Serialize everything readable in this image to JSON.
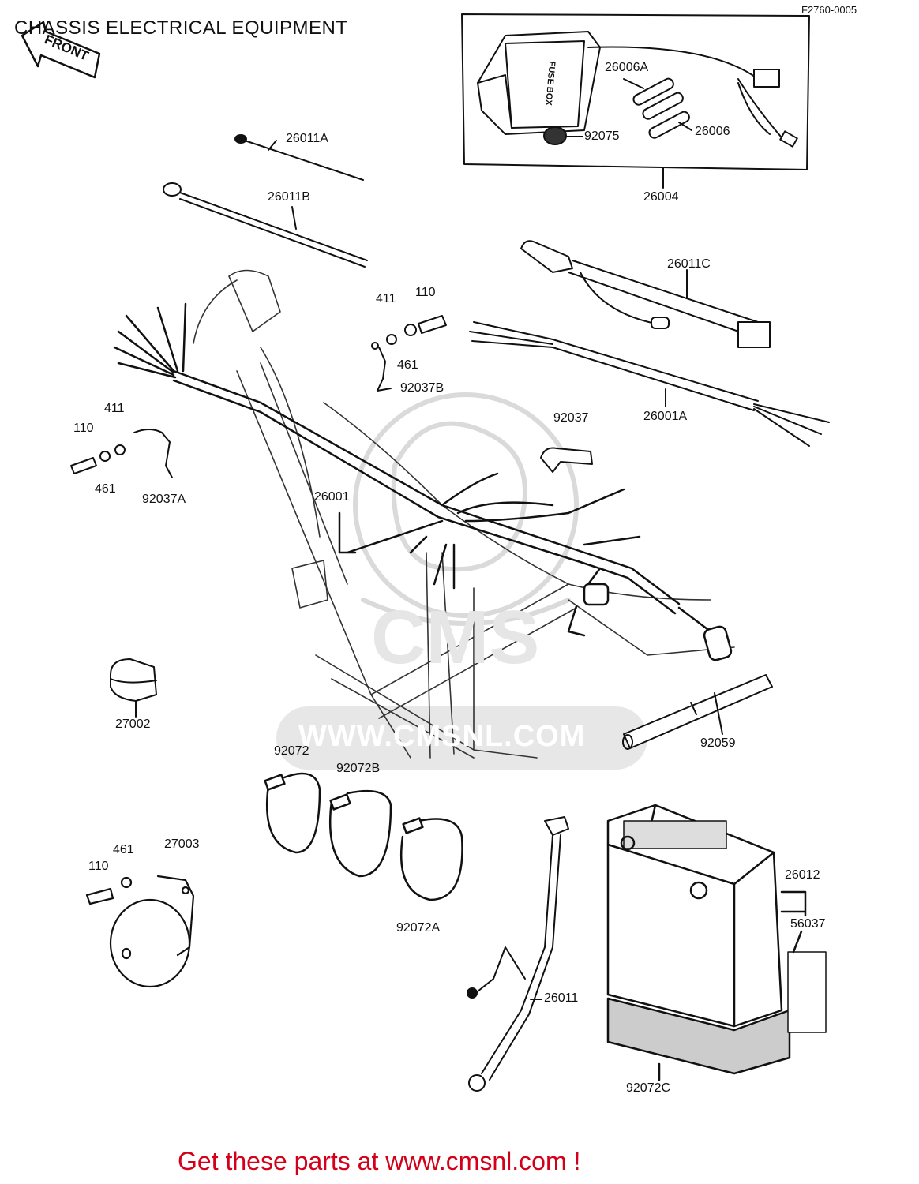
{
  "header": {
    "title": "CHASSIS ELECTRICAL EQUIPMENT",
    "drawing_code": "F2760-0005",
    "front_arrow": "FRONT"
  },
  "fuse_box_text": "FUSE BOX",
  "watermark": {
    "logo": "CMS",
    "url": "WWW.CMSNL.COM"
  },
  "parts": {
    "p26011A": "26011A",
    "p26011B": "26011B",
    "p26006A": "26006A",
    "p92075": "92075",
    "p26006": "26006",
    "p26004": "26004",
    "p26011C": "26011C",
    "p411a": "411",
    "p110a": "110",
    "p461a": "461",
    "p92037B": "92037B",
    "p26001A": "26001A",
    "p411b": "411",
    "p110b": "110",
    "p461b": "461",
    "p92037A": "92037A",
    "p92037": "92037",
    "p26001": "26001",
    "p27002": "27002",
    "p92059": "92059",
    "p92072": "92072",
    "p92072B": "92072B",
    "p92072A": "92072A",
    "p461c": "461",
    "p110c": "110",
    "p27003": "27003",
    "p26012": "26012",
    "p56037": "56037",
    "p26011": "26011",
    "p92072C": "92072C"
  },
  "footer": {
    "cta": "Get these parts at www.cmsnl.com !"
  }
}
